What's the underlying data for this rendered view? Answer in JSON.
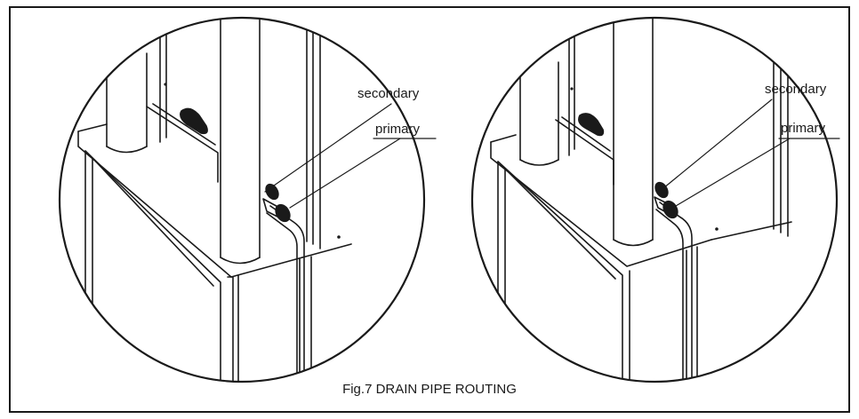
{
  "figure": {
    "caption": "Fig.7 DRAIN PIPE ROUTING"
  },
  "views": [
    {
      "secondary_label": "secondary",
      "primary_label": "primary"
    },
    {
      "secondary_label": "secondary",
      "primary_label": "primary"
    }
  ],
  "colors": {
    "line": "#1a1a1a",
    "background": "#ffffff"
  }
}
